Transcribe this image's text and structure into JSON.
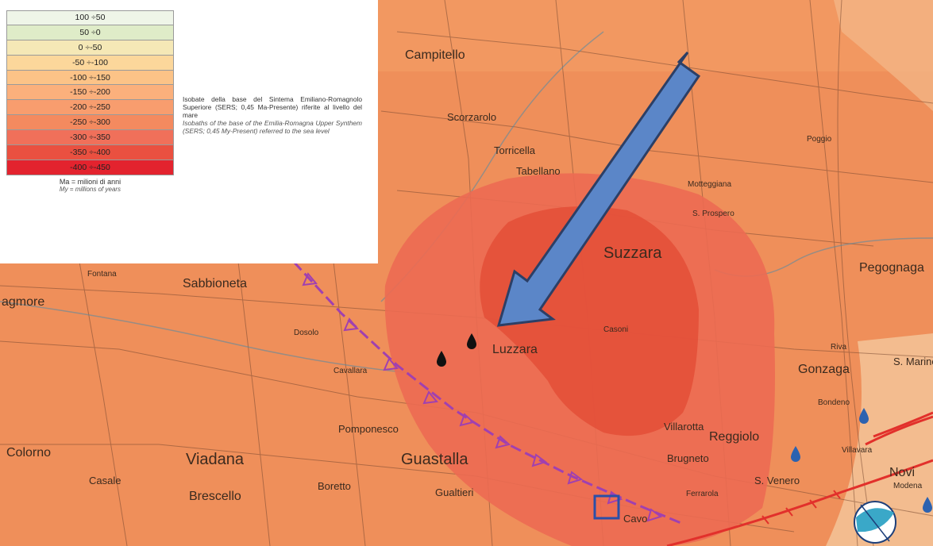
{
  "legend": {
    "rows": [
      {
        "label": "100 ÷50",
        "color": "#eff5e8"
      },
      {
        "label": "50 ÷0",
        "color": "#dfecc8"
      },
      {
        "label": "0 ÷-50",
        "color": "#f5e8b6"
      },
      {
        "label": "-50 ÷-100",
        "color": "#fcd79b"
      },
      {
        "label": "-100 ÷-150",
        "color": "#fcc387"
      },
      {
        "label": "-150 ÷-200",
        "color": "#fbb07c"
      },
      {
        "label": "-200 ÷-250",
        "color": "#f89d6e"
      },
      {
        "label": "-250 ÷-300",
        "color": "#f48a5f"
      },
      {
        "label": "-300 ÷-350",
        "color": "#f0705a"
      },
      {
        "label": "-350 ÷-400",
        "color": "#ea5040"
      },
      {
        "label": "-400 ÷-450",
        "color": "#e3232e"
      }
    ],
    "description_it": "Isobate della base del Sintema Emiliano-Romagnolo Superiore (SERS; 0,45 Ma-Presente) riferite al livello del mare",
    "description_en": "Isobaths of the base of the Emilia-Romagna Upper Synthem (SERS; 0,45 My-Present) referred to the sea level",
    "units_it": "Ma = milioni di anni",
    "units_en": "My = millions of years"
  },
  "places": {
    "campitello": "Campitello",
    "scorzarolo": "Scorzarolo",
    "torricella": "Torricella",
    "tabellano": "Tabellano",
    "suzzara": "Suzzara",
    "pegognaga": "Pegognaga",
    "sabbioneta": "Sabbioneta",
    "pomponesco": "Pomponesco",
    "luzzara": "Luzzara",
    "guastalla": "Guastalla",
    "viadana": "Viadana",
    "brescello": "Brescello",
    "gonzaga": "Gonzaga",
    "reggiolo": "Reggiolo",
    "brugneto": "Brugneto",
    "villarotta": "Villarotta",
    "s_marino": "S. Marino",
    "s_venero": "S. Venero",
    "villavara": "Villavara",
    "novi": "Novi",
    "modena": "Modena",
    "cavo": "Cavo",
    "fontana": "Fontana",
    "s_prospero": "S. Prospero",
    "motteggiana": "Motteggiana",
    "poggio": "Poggio",
    "dosolo": "Dosolo",
    "colorno": "Colorno",
    "casalmaggiore": "agmore",
    "casale": "Casale",
    "guatteri": "Gualtieri",
    "boretto": "Boretto",
    "riva": "Riva",
    "bondeno": "Bondeno",
    "ferrarola": "Ferrarola",
    "casoni": "Casoni",
    "cavallara": "Cavallara"
  },
  "map_colors": {
    "base": "#ef8f5a",
    "mid_zone": "#ec7050",
    "deep_zone": "#e4503a",
    "arrow_fill": "#5b86c8",
    "arrow_stroke": "#2c3f66",
    "fault_line": "#a040b0",
    "thrust_red": "#e2302b"
  }
}
